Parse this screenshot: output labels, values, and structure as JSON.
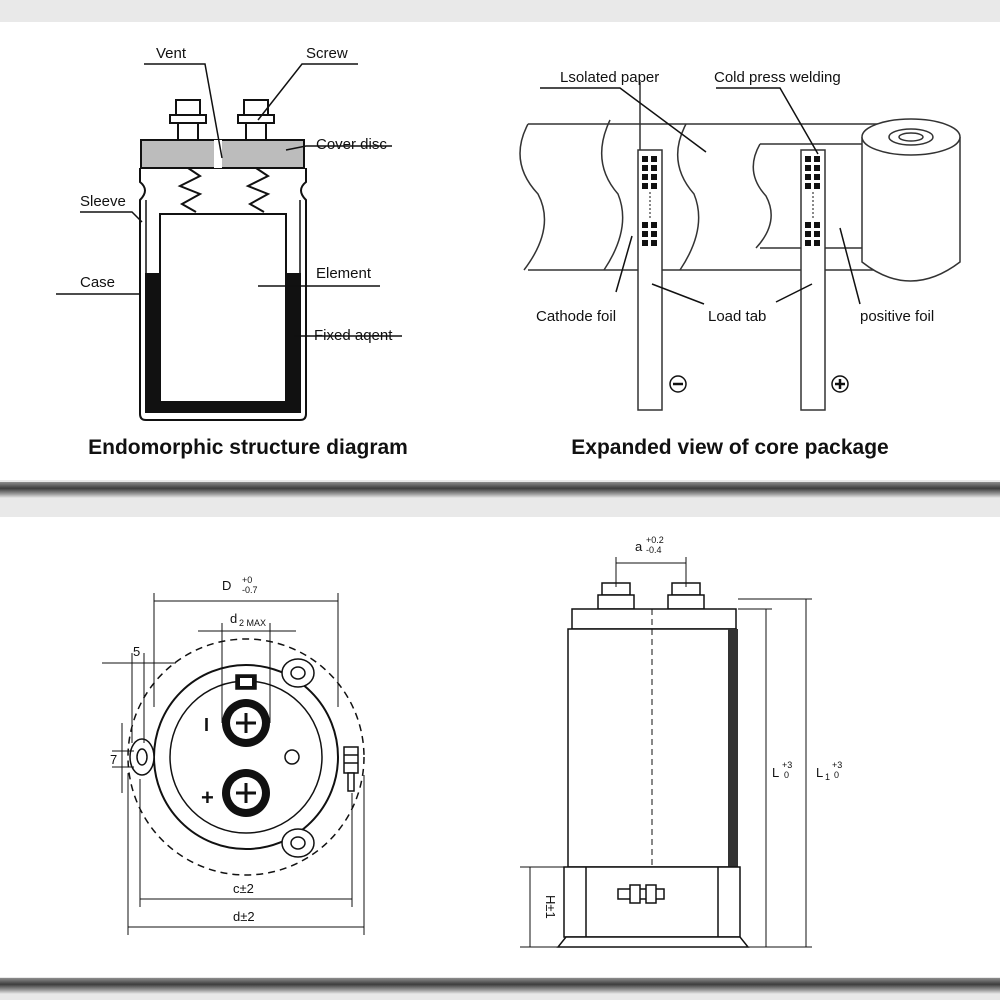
{
  "top_panel": {
    "left": {
      "caption": "Endomorphic structure diagram",
      "labels": {
        "vent": "Vent",
        "screw": "Screw",
        "cover_disc": "Cover disc",
        "sleeve": "Sleeve",
        "case": "Case",
        "element": "Element",
        "fixed_agent": "Fixed aqent"
      }
    },
    "right": {
      "caption": "Expanded view of core package",
      "labels": {
        "isolated_paper": "Lsolated paper",
        "cold_press_welding": "Cold press welding",
        "cathode_foil": "Cathode foil",
        "load_tab": "Load tab",
        "positive_foil": "positive foil"
      }
    }
  },
  "bottom_panel": {
    "top_view": {
      "d_label": "D",
      "d_tol_upper": "+0",
      "d_tol_lower": "-0.7",
      "d2_label": "d",
      "d2_sub": "2 MAX",
      "dim_5": "5",
      "dim_7": "7",
      "c_dim": "c±2",
      "d_dim": "d±2",
      "neg_mark": "I",
      "pos_mark": "+"
    },
    "side_view": {
      "a_label": "a",
      "a_tol_upper": "+0.2",
      "a_tol_lower": "-0.4",
      "l_label": "L",
      "l_tol_upper": "+3",
      "l_tol_lower": "0",
      "l1_label": "L",
      "l1_sub": "1",
      "l1_tol_upper": "+3",
      "l1_tol_lower": "0",
      "h_label": "H±1"
    }
  }
}
